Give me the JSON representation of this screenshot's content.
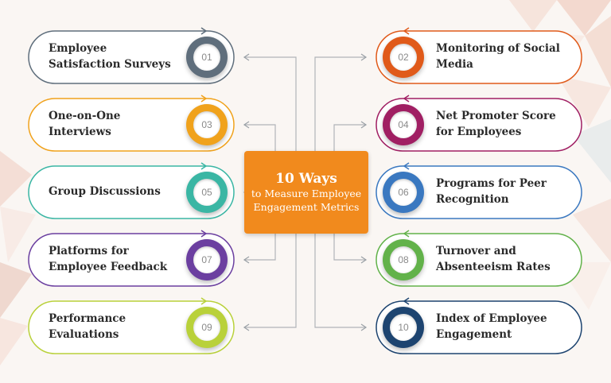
{
  "center": {
    "title": "10 Ways",
    "subtitle": "to Measure Employee Engagement Metrics",
    "color": "#f18a1d"
  },
  "items": [
    {
      "number": "01",
      "label": "Employee Satisfaction Surveys",
      "side": "left",
      "color": "#5f6e7c"
    },
    {
      "number": "02",
      "label": "Monitoring of Social Media",
      "side": "right",
      "color": "#e05a1a"
    },
    {
      "number": "03",
      "label": "One-on-One Interviews",
      "side": "left",
      "color": "#f0a21c"
    },
    {
      "number": "04",
      "label": "Net Promoter Score for Employees",
      "side": "right",
      "color": "#a01f63"
    },
    {
      "number": "05",
      "label": "Group Discussions",
      "side": "left",
      "color": "#3ab6a4"
    },
    {
      "number": "06",
      "label": "Programs for Peer Recognition",
      "side": "right",
      "color": "#3a78c0"
    },
    {
      "number": "07",
      "label": "Platforms for Employee Feedback",
      "side": "left",
      "color": "#6b3fa0"
    },
    {
      "number": "08",
      "label": "Turnover and Absenteeism Rates",
      "side": "right",
      "color": "#62b24a"
    },
    {
      "number": "09",
      "label": "Performance Evaluations",
      "side": "left",
      "color": "#b9d13a"
    },
    {
      "number": "10",
      "label": "Index of Employee Engagement",
      "side": "right",
      "color": "#1d4470"
    }
  ]
}
